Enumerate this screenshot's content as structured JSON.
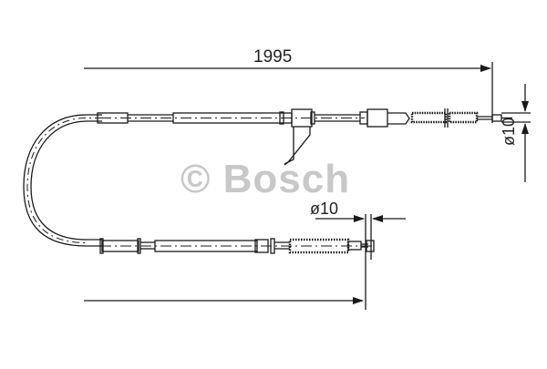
{
  "diagram": {
    "type": "technical-drawing",
    "subject": "parking brake cable",
    "dimensions": {
      "length": "1995",
      "diameter_lower_end": "ø10",
      "diameter_upper_end": "ø10"
    },
    "watermark": "© Bosch",
    "colors": {
      "line": "#1a1a1a",
      "watermark": "#c8c8c8",
      "background": "#ffffff"
    }
  }
}
